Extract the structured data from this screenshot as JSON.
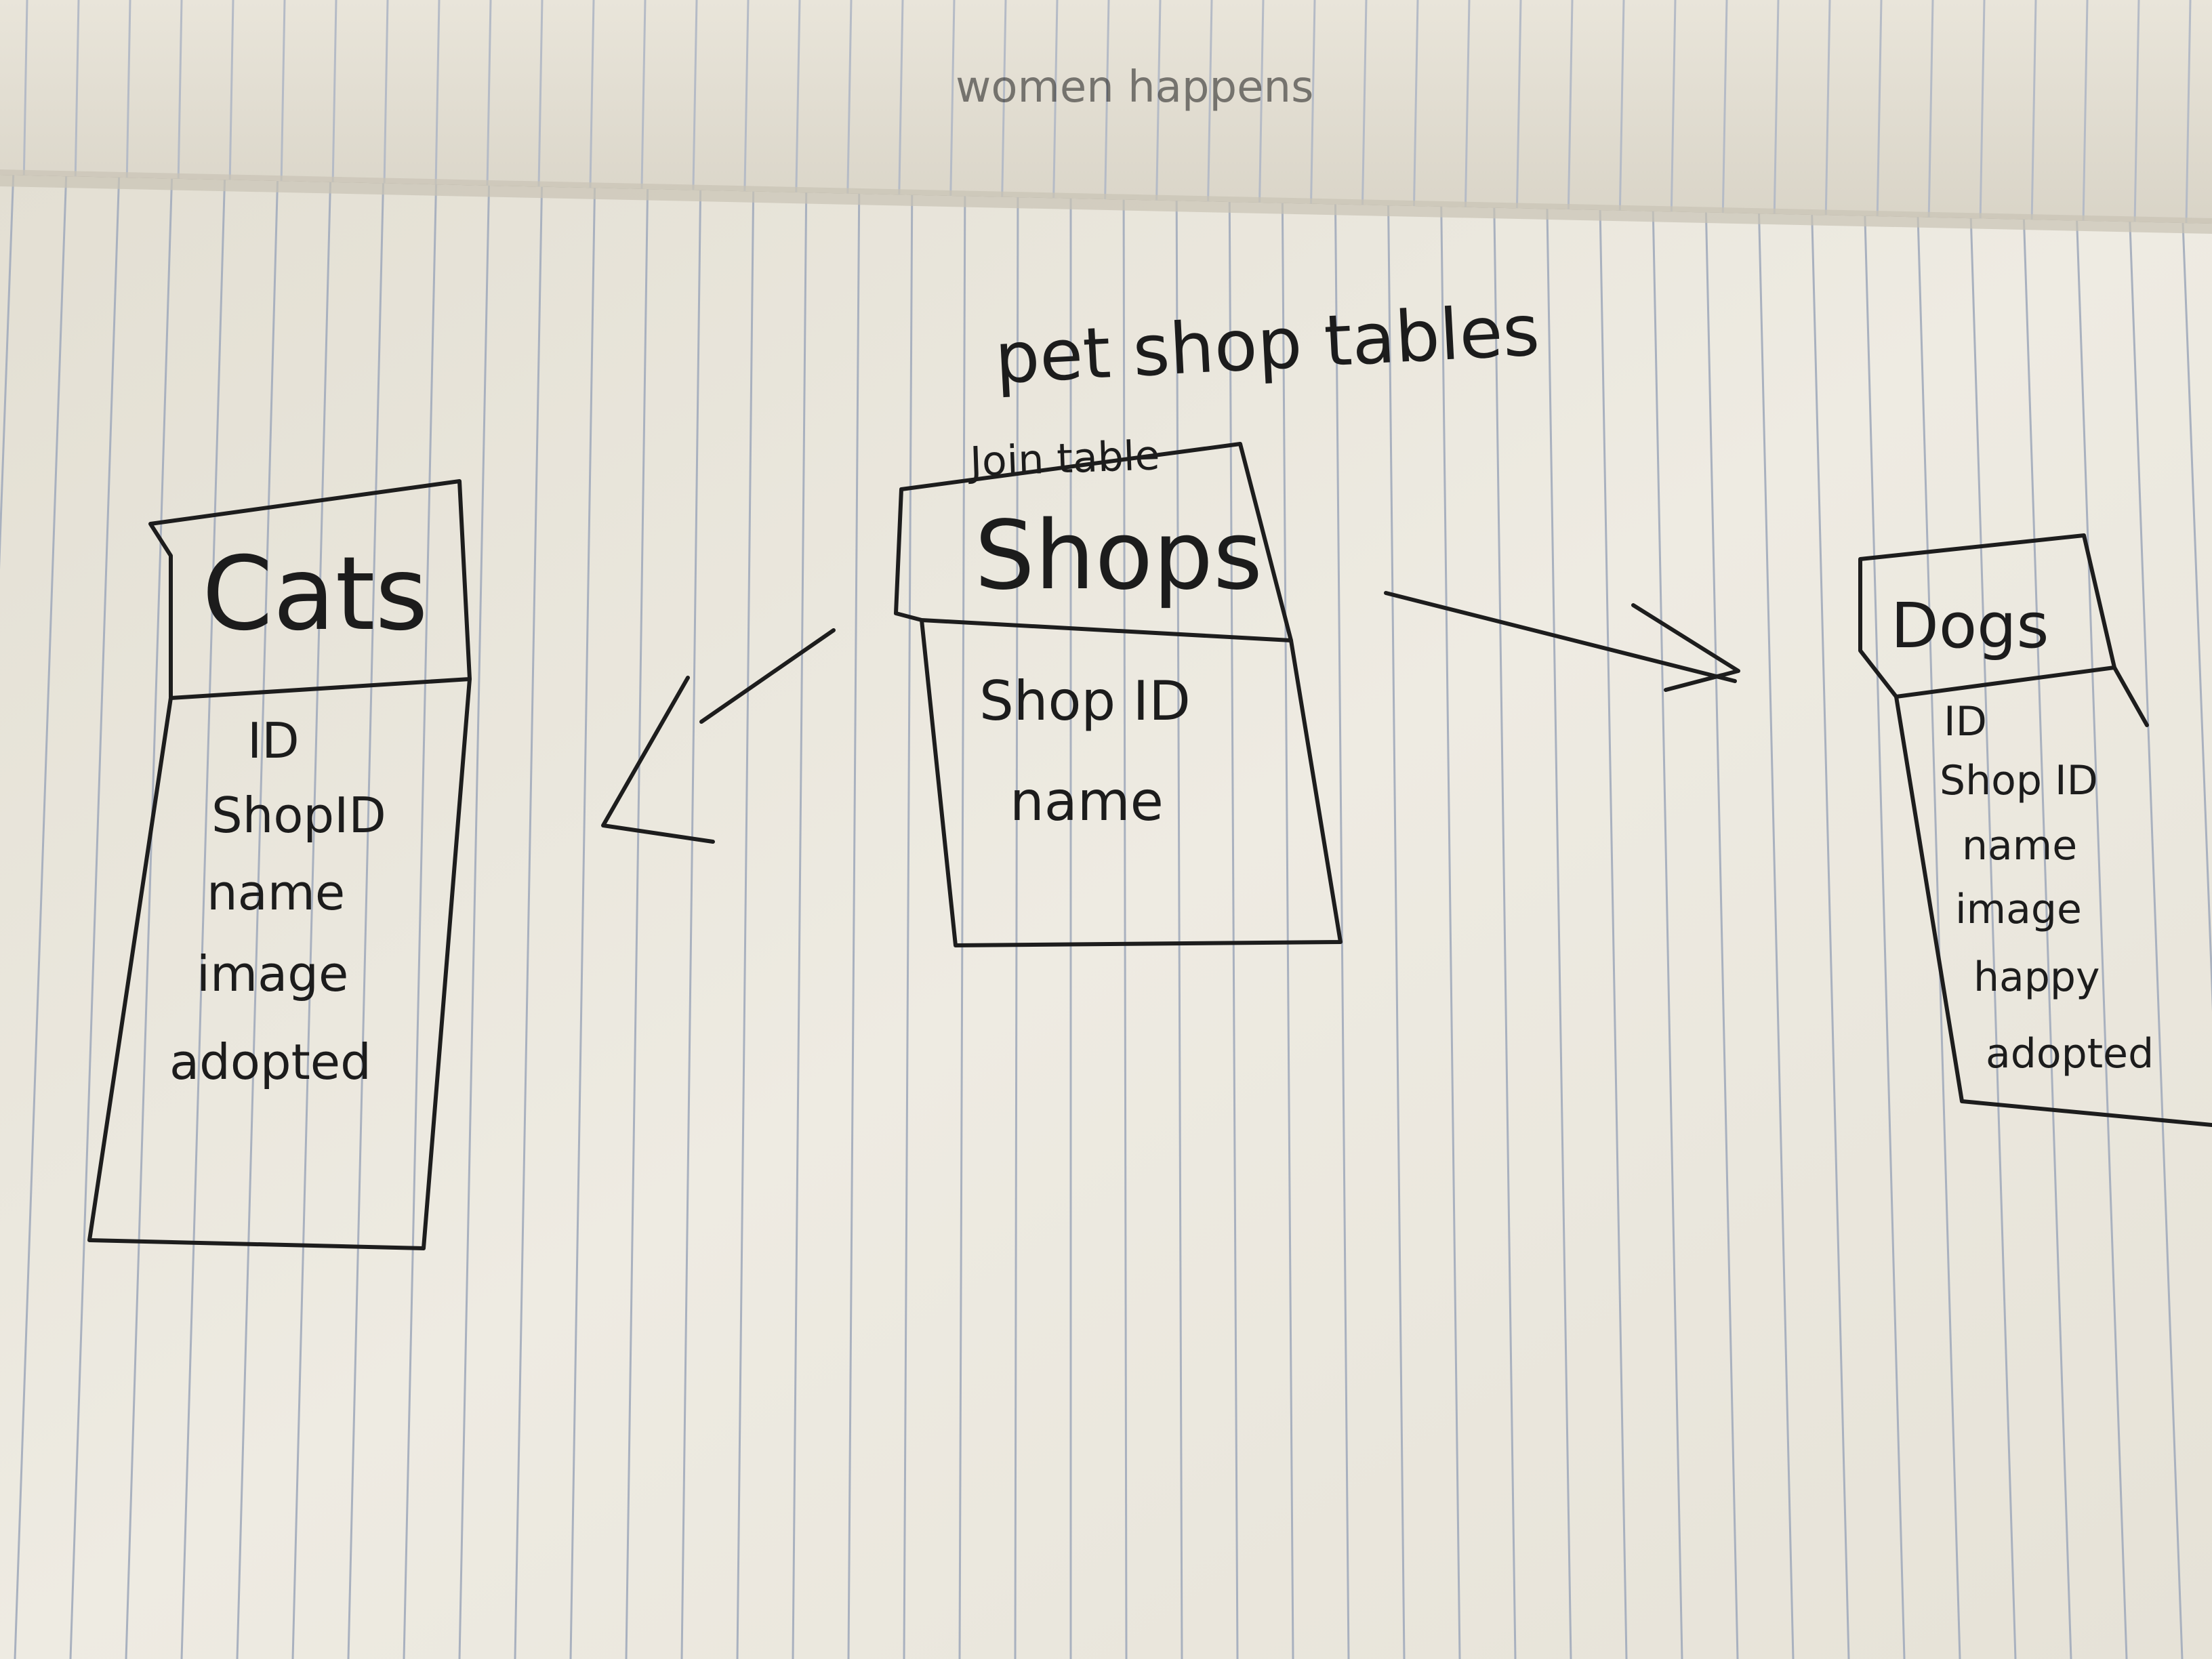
{
  "diagram": {
    "title": "pet shop tables",
    "tables": [
      {
        "id": "cats",
        "header": "Cats",
        "fields": [
          "ID",
          "ShopID",
          "name",
          "image",
          "adopted"
        ]
      },
      {
        "id": "shops",
        "annotation": "Join table",
        "header": "Shops",
        "fields": [
          "Shop ID",
          "name"
        ]
      },
      {
        "id": "dogs",
        "header": "Dogs",
        "fields": [
          "ID",
          "Shop ID",
          "name",
          "image",
          "happy",
          "adopted"
        ]
      }
    ],
    "relationships": [
      {
        "from": "shops",
        "to": "cats"
      },
      {
        "from": "shops",
        "to": "dogs"
      }
    ],
    "faint_text_top_page": "women happens"
  },
  "colors": {
    "paper": "#ebe7dc",
    "paper_shadow": "#c9c3b5",
    "rule_line": "#a9b1bf",
    "ink": "#1d1d1d",
    "notebook_edge": "#c8231c",
    "background": "#2a2622"
  }
}
